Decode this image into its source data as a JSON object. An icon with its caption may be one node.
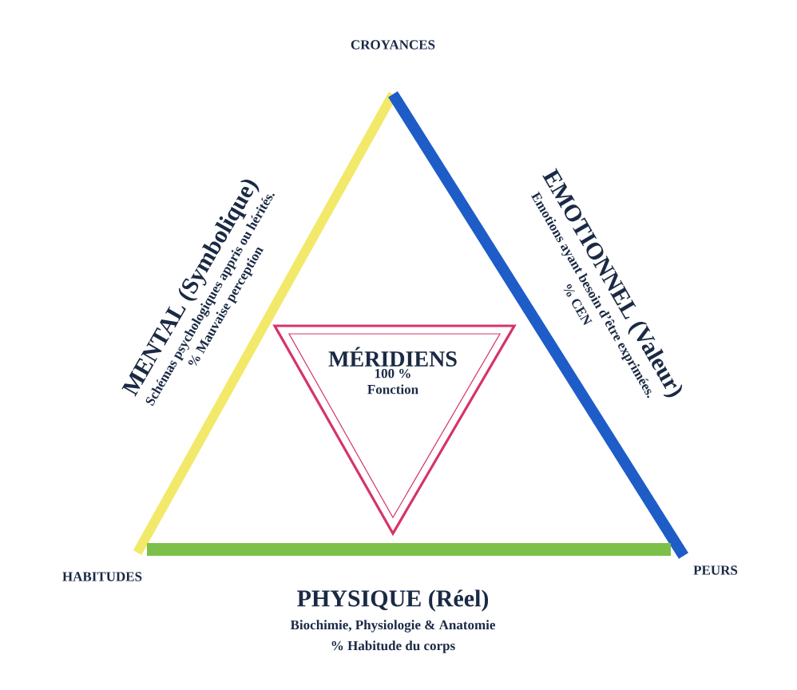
{
  "diagram": {
    "nodes": [
      {
        "text": [
          "MÉRIDIENS",
          "100 % Fonction"
        ]
      }
    ],
    "labels": [
      "CROYANCES",
      "MENTAL (Symbolique)",
      "Schémas psychologiques appris ou hérités.",
      "% Mauvaise perception",
      "EMOTIONNEL (Valeur)",
      "Emotions ayant besoin d’être exprimées.",
      "% CEN",
      "HABITUDES",
      "PEURS",
      "PHYSIQUE (Réel)",
      "Biochimie, Physiologie & Anatomie",
      "% Habitude du corps"
    ]
  }
}
